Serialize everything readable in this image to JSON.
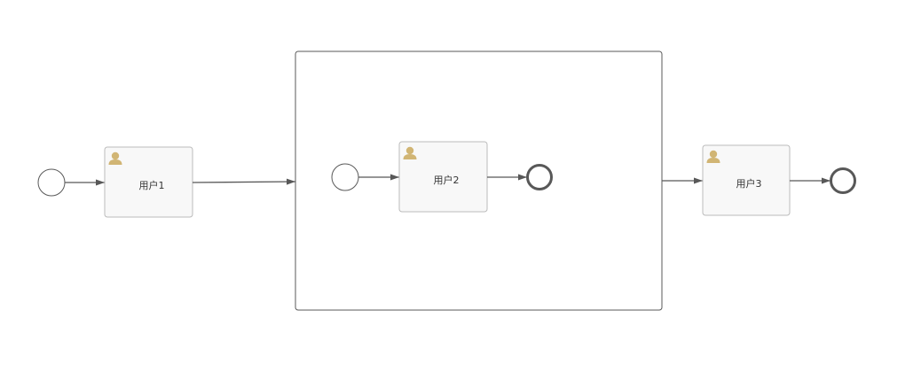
{
  "diagram": {
    "tasks": [
      {
        "id": "task-1",
        "label": "用户1",
        "icon": "user-icon"
      },
      {
        "id": "task-2",
        "label": "用户2",
        "icon": "user-icon"
      },
      {
        "id": "task-3",
        "label": "用户3",
        "icon": "user-icon"
      }
    ],
    "colors": {
      "stroke": "#585858",
      "task_fill": "#f8f8f8",
      "task_border": "#bbbbbb",
      "icon": "#d1b574",
      "label": "#333333"
    }
  }
}
